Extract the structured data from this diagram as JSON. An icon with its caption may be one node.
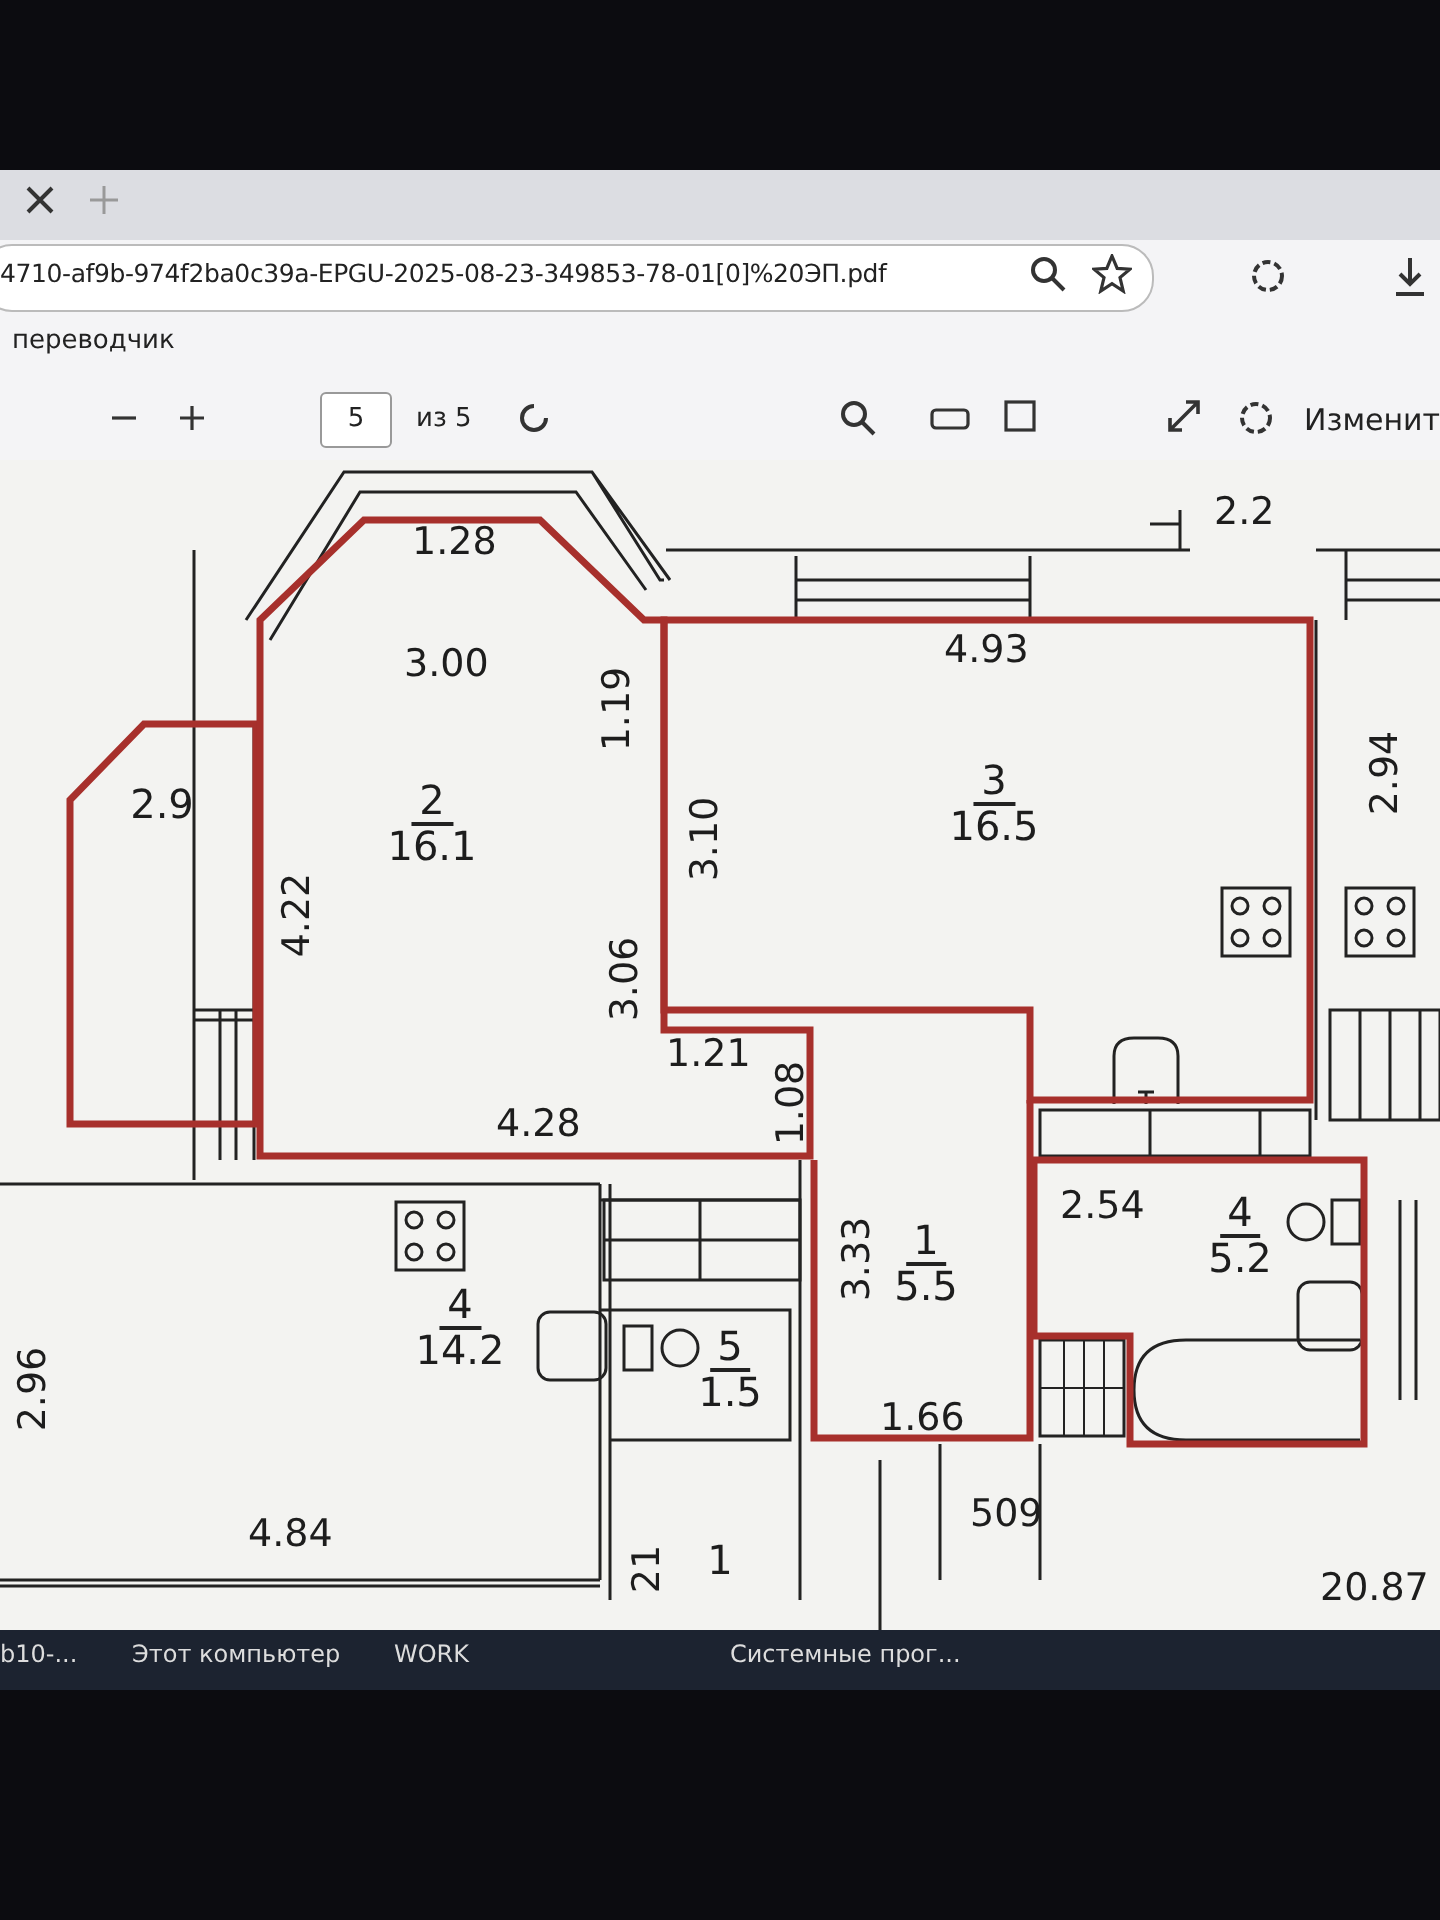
{
  "diagram": {
    "nodes": [
      {
        "text": [
          "2.9"
        ]
      },
      {
        "text": [
          "2",
          "16.1"
        ]
      },
      {
        "text": [
          "3",
          "16.5"
        ]
      },
      {
        "text": [
          "1",
          "5.5"
        ]
      },
      {
        "text": [
          "4",
          "5.2"
        ]
      },
      {
        "text": [
          "4",
          "14.2"
        ]
      },
      {
        "text": [
          "5",
          "1.5"
        ]
      },
      {
        "text": [
          "1"
        ]
      }
    ],
    "labels": [
      "4710-af9b-974f2ba0c39a-EPGU-2025-08-23-349853-78-01[0]%20ЭП.pdf",
      "переводчик",
      "5",
      "из 5",
      "Изменит",
      "1.28",
      "2.2",
      "3.00",
      "4.93",
      "1.19",
      "2.94",
      "3.10",
      "4.22",
      "3.06",
      "1.21",
      "1.08",
      "4.28",
      "2.54",
      "3.33",
      "2.96",
      "1.66",
      "509",
      "4.84",
      "21",
      "20.87",
      "b10-...",
      "Этот компьютер",
      "WORK",
      "Системные прог..."
    ]
  }
}
